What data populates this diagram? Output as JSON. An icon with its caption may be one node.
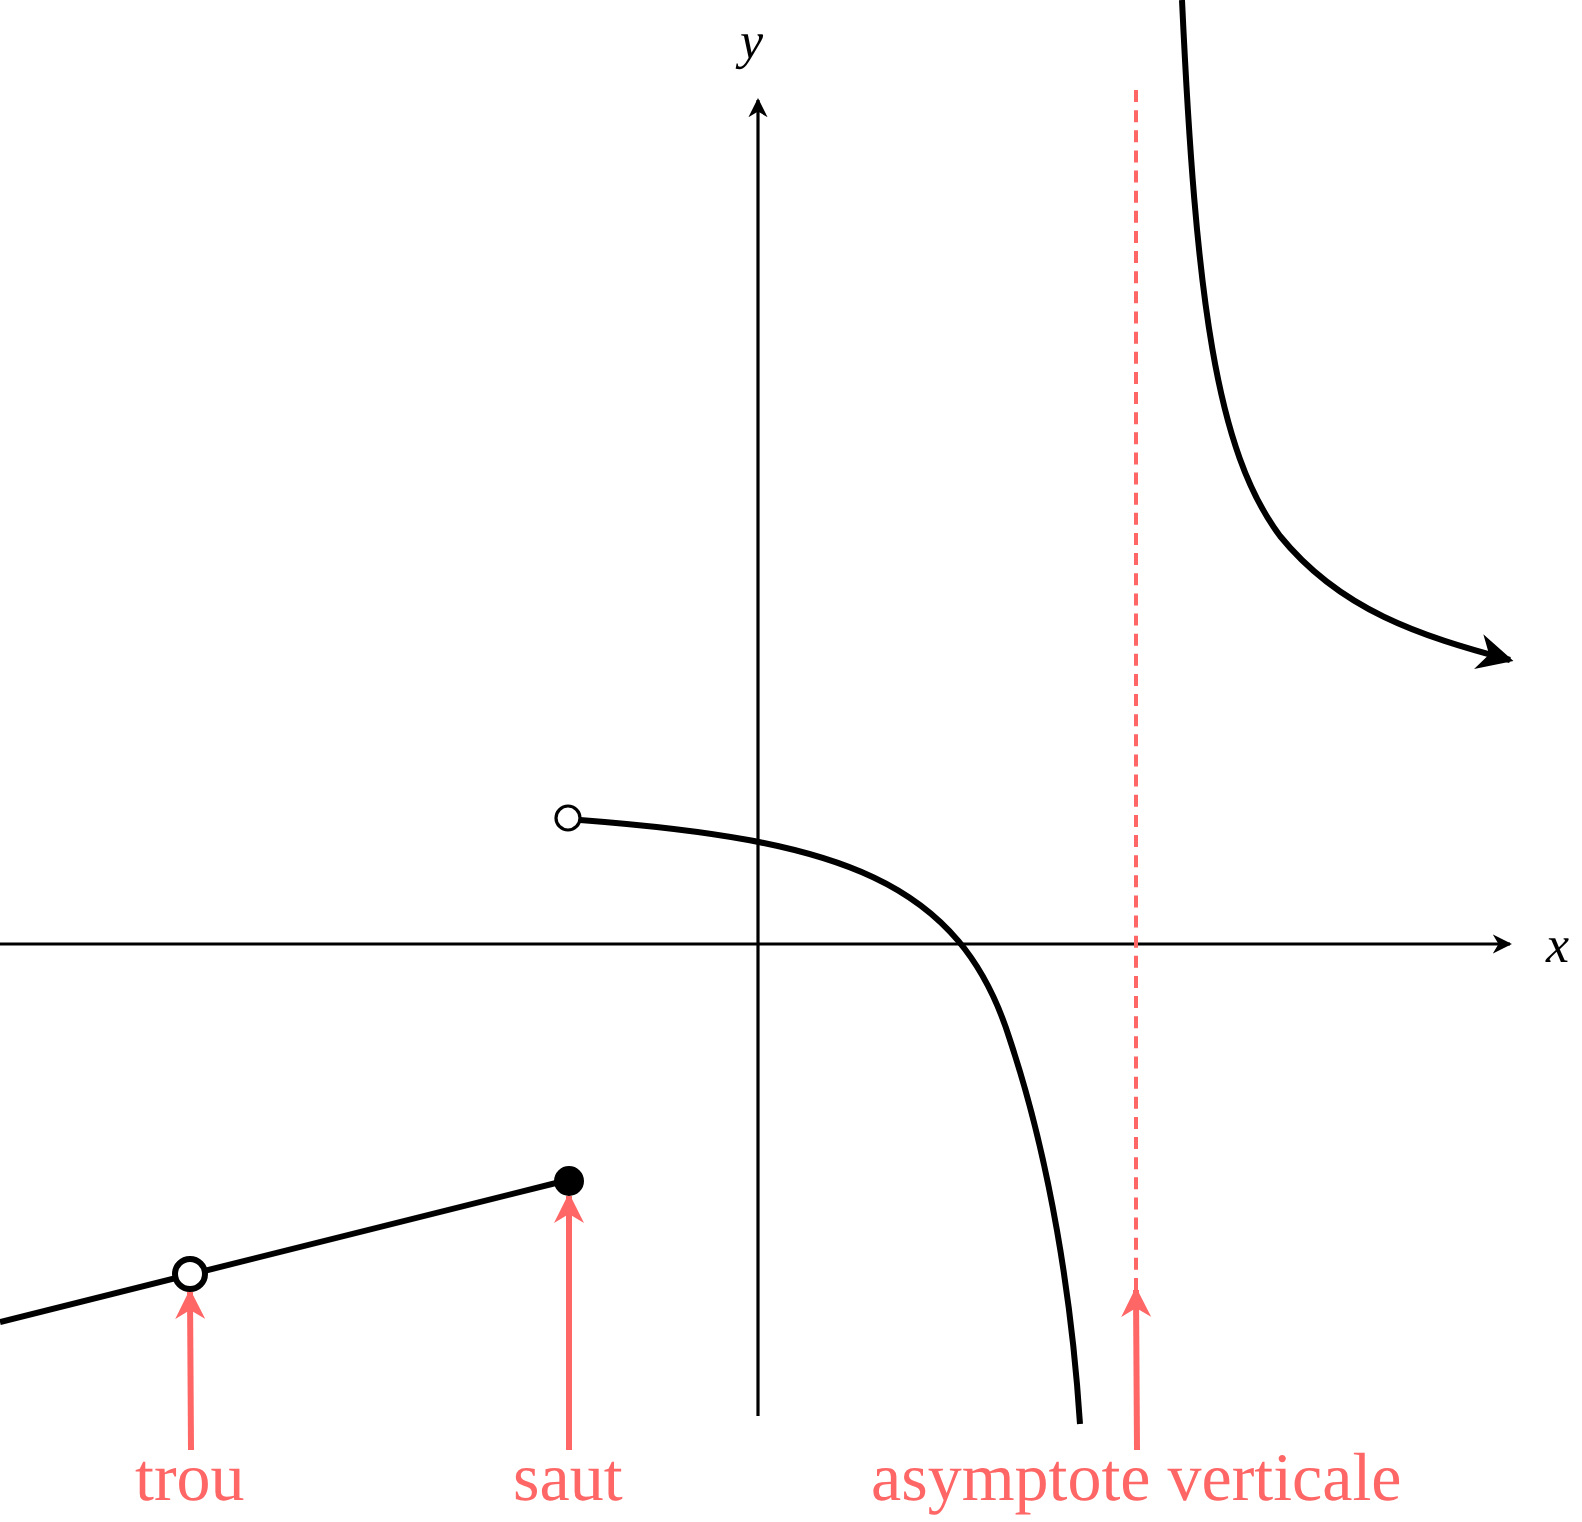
{
  "diagram": {
    "nodes": [
      {
        "text": [
          "trou"
        ]
      },
      {
        "text": [
          "saut"
        ]
      },
      {
        "text": [
          "asymptote verticale"
        ]
      },
      {
        "text": [],
        "shape": "circle"
      },
      {
        "text": [],
        "shape": "circle"
      },
      {
        "text": [],
        "shape": "line"
      }
    ],
    "edges": [
      {
        "from": 0,
        "to": 3,
        "arrow": "to"
      },
      {
        "from": 1,
        "to": 4,
        "arrow": "to"
      },
      {
        "from": 2,
        "to": 5,
        "arrow": "to"
      }
    ],
    "labels": [
      "x",
      "y"
    ]
  }
}
